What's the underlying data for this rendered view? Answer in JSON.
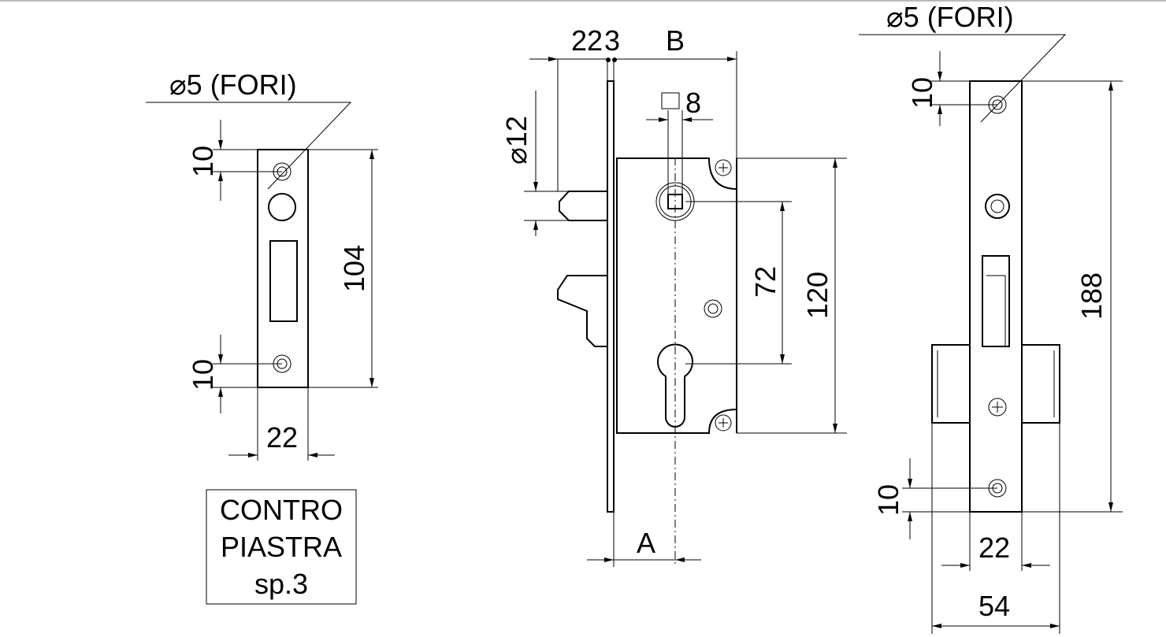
{
  "left_view": {
    "hole_label": "⌀5 (FORI)",
    "dim_top": "10",
    "dim_bottom": "10",
    "dim_height": "104",
    "dim_width": "22",
    "caption": [
      "CONTRO",
      "PIASTRA",
      "sp.3"
    ]
  },
  "center_view": {
    "dim_22": "22",
    "dim_3": "3",
    "dim_B": "B",
    "dim_square": "8",
    "dim_bolt": "⌀12",
    "dim_72": "72",
    "dim_120": "120",
    "dim_A": "A"
  },
  "right_view": {
    "hole_label": "⌀5 (FORI)",
    "dim_top": "10",
    "dim_bottom": "10",
    "dim_height": "188",
    "dim_width": "22",
    "dim_total": "54"
  }
}
